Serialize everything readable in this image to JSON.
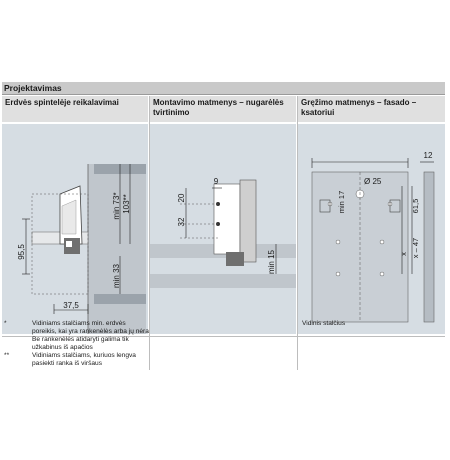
{
  "section_title": "Projektavimas",
  "columns": [
    {
      "heading": "Erdvės spintelėje reikalavimai"
    },
    {
      "heading": "Montavimo matmenys – nugarėlės tvirtinimo"
    },
    {
      "heading": "Gręžimo matmenys – fasado – ksatoriui"
    }
  ],
  "drawing1": {
    "dim_height": "95,5",
    "dim_min73": "min 73*",
    "dim_103": "103**",
    "dim_depth": "37,5",
    "dim_min33": "min 33"
  },
  "drawing2": {
    "dim_9": "9",
    "dim_20": "20",
    "dim_32": "32",
    "dim_min15": "min 15"
  },
  "drawing3": {
    "dim_12": "12",
    "dim_min17": "min 17",
    "dim_dia25": "Ø 25",
    "dim_61_5": "61,5",
    "dim_x47": "x – 47",
    "dim_x": "x"
  },
  "notes": [
    {
      "mark": "*",
      "text": "Vidiniams stalčiams min. erdvės poreikis, kai yra rankenėlės arba jų nėra Be rankenėlės atidaryti galima tik užkabinus iš apačios"
    },
    {
      "mark": "**",
      "text": "Vidiniams stalčiams, kuriuos lengva pasiekti ranka iš viršaus"
    }
  ],
  "note3": "Vidinis stalčius"
}
